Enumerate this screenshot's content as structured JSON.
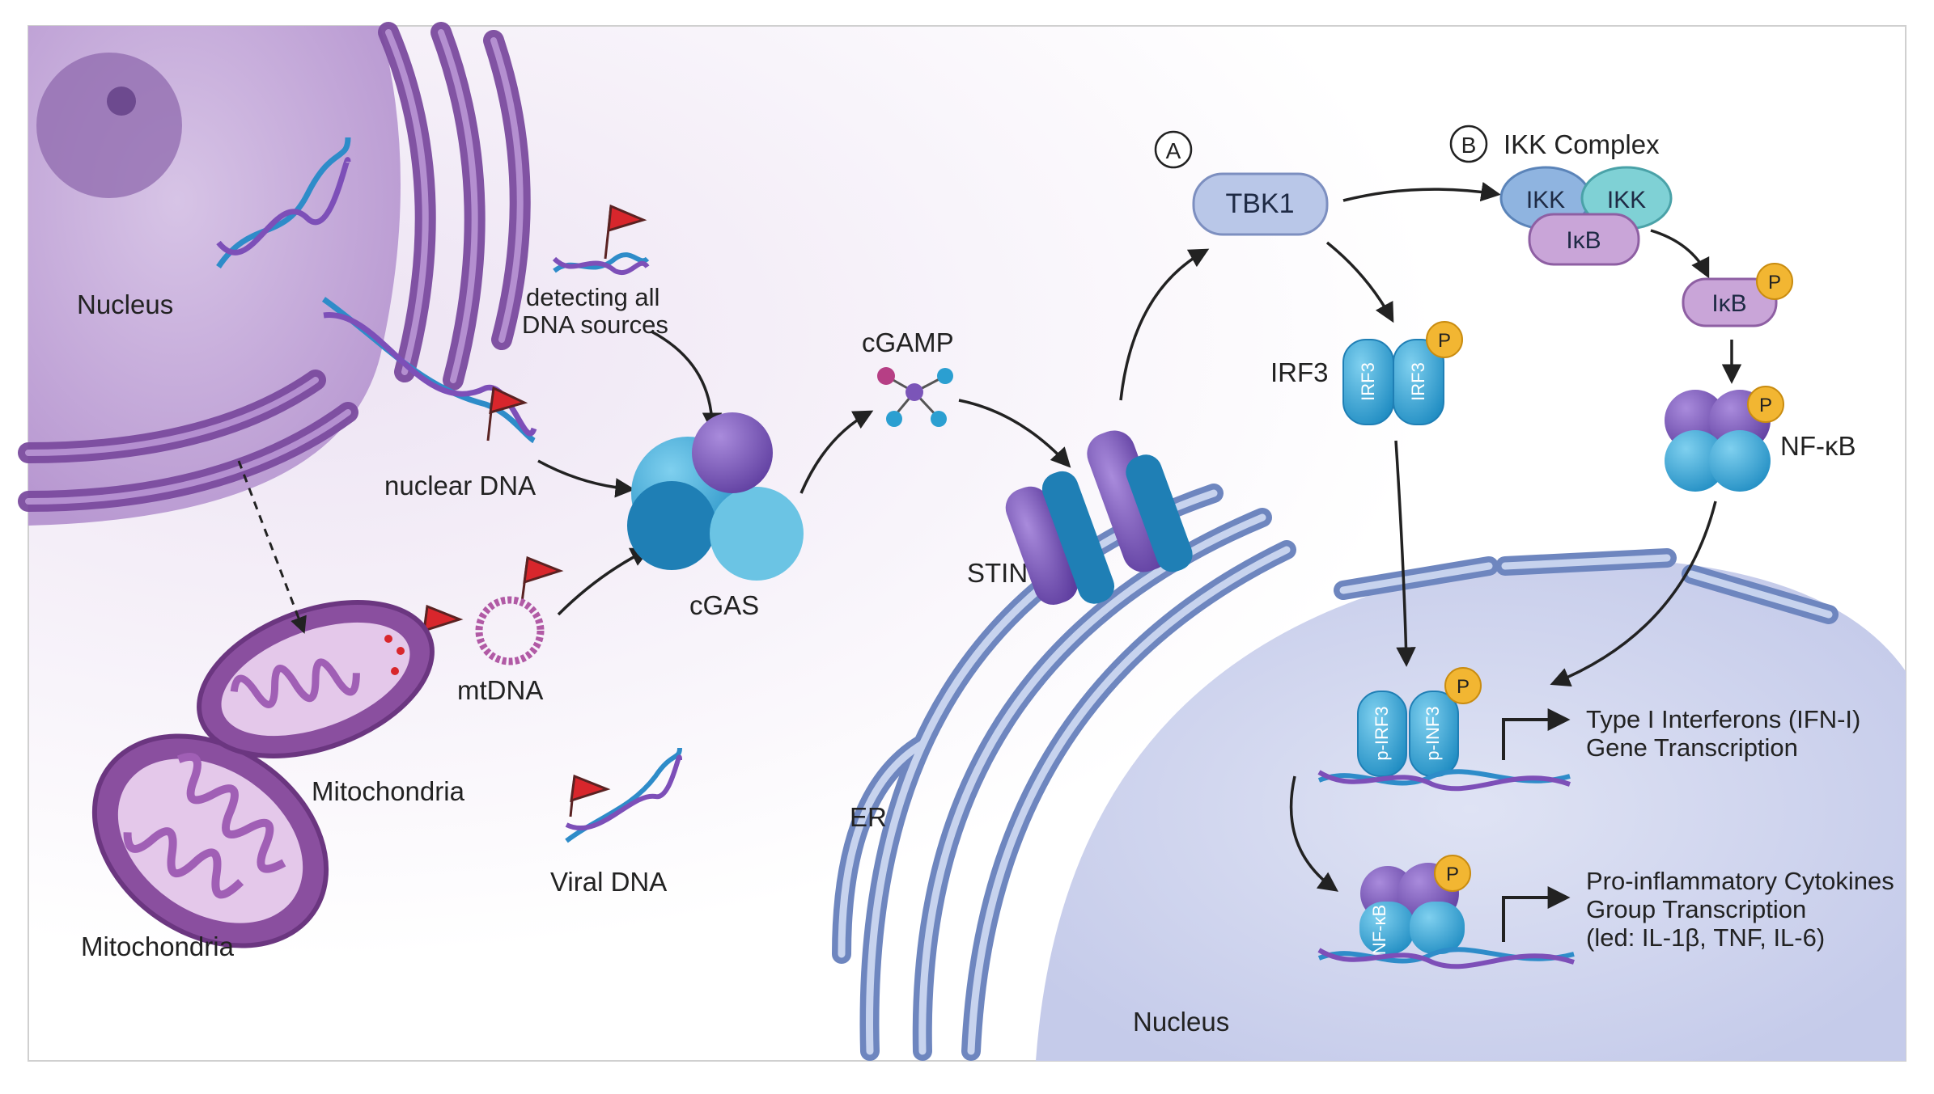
{
  "labels": {
    "nucleus_left": "Nucleus",
    "detecting": [
      "detecting all",
      "DNA sources"
    ],
    "nuclear_dna": "nuclear DNA",
    "mtdna": "mtDNA",
    "mitochondria_1": "Mitochondria",
    "mitochondria_2": "Mitochondria",
    "viral_dna": "Viral DNA",
    "cgas": "cGAS",
    "cgamp": "cGAMP",
    "sting": "STING",
    "er": "ER",
    "nucleus_right": "Nucleus",
    "marker_a": "A",
    "marker_b": "B",
    "ikk_complex": "IKK Complex",
    "tbk1": "TBK1",
    "ikk_1": "IKK",
    "ikk_2": "IKK",
    "ikb_complex": "IκB",
    "ikb_free": "IκB",
    "irf3": "IRF3",
    "irf3_mol_1": "IRF3",
    "irf3_mol_2": "IRF3",
    "nfkb": "NF-κB",
    "p_irf3_1": "p-IRF3",
    "p_irf3_2": "p-INF3",
    "nfkb_mol": "NF-κB",
    "phospho": "P",
    "ifn_transcription": [
      "Type I Interferons (IFN-I)",
      "Gene Transcription"
    ],
    "cytokine_transcription": [
      "Pro-inflammatory Cytokines",
      "Group Transcription",
      "(led: IL-1β, TNF, IL-6)"
    ]
  },
  "colors": {
    "nucleus_purple": "#8a56b0",
    "er_blue": "#7d97c9",
    "molecule_blue": "#2b9fd1",
    "molecule_purple": "#7b55b8",
    "phospho_yellow": "#f2b632",
    "danger_flag": "#d8262c",
    "pill_blue": "#b9c7e8"
  }
}
